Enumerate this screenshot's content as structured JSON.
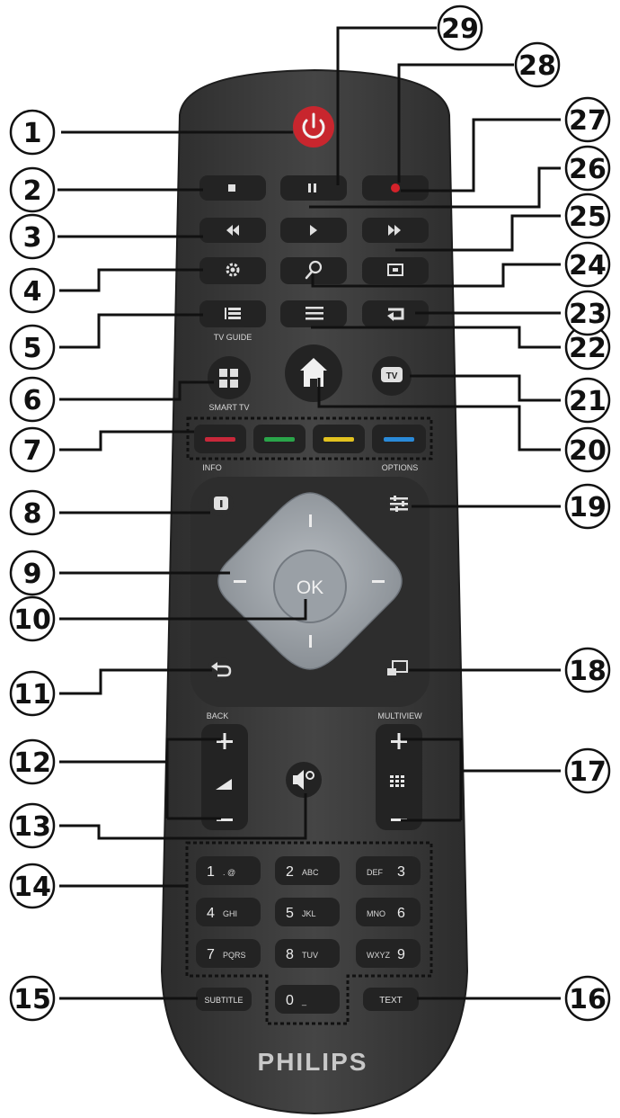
{
  "brand": "PHILIPS",
  "labels": {
    "tv_guide": "TV GUIDE",
    "smart_tv": "SMART TV",
    "info": "INFO",
    "options": "OPTIONS",
    "ok": "OK",
    "back": "BACK",
    "multiview": "MULTIVIEW",
    "subtitle": "SUBTITLE",
    "text": "TEXT",
    "tv_badge": "TV"
  },
  "keypad": [
    {
      "digit": "1",
      "letters": ". @"
    },
    {
      "digit": "2",
      "letters": "ABC"
    },
    {
      "digit": "3",
      "letters": "DEF"
    },
    {
      "digit": "4",
      "letters": "GHI"
    },
    {
      "digit": "5",
      "letters": "JKL"
    },
    {
      "digit": "6",
      "letters": "MNO"
    },
    {
      "digit": "7",
      "letters": "PQRS"
    },
    {
      "digit": "8",
      "letters": "TUV"
    },
    {
      "digit": "9",
      "letters": "WXYZ"
    },
    {
      "digit": "0",
      "letters": "_"
    }
  ],
  "callouts": [
    "1",
    "2",
    "3",
    "4",
    "5",
    "6",
    "7",
    "8",
    "9",
    "10",
    "11",
    "12",
    "13",
    "14",
    "15",
    "16",
    "17",
    "18",
    "19",
    "20",
    "21",
    "22",
    "23",
    "24",
    "25",
    "26",
    "27",
    "28",
    "29"
  ],
  "colors": {
    "body": "#3b3b3b",
    "button": "#252525",
    "power": "#c8262e",
    "record": "#d4222a",
    "dpad": "#9aa0a6",
    "red": "#c8283a",
    "green": "#2aa54a",
    "yellow": "#e2c21f",
    "blue": "#2a8ad8"
  }
}
